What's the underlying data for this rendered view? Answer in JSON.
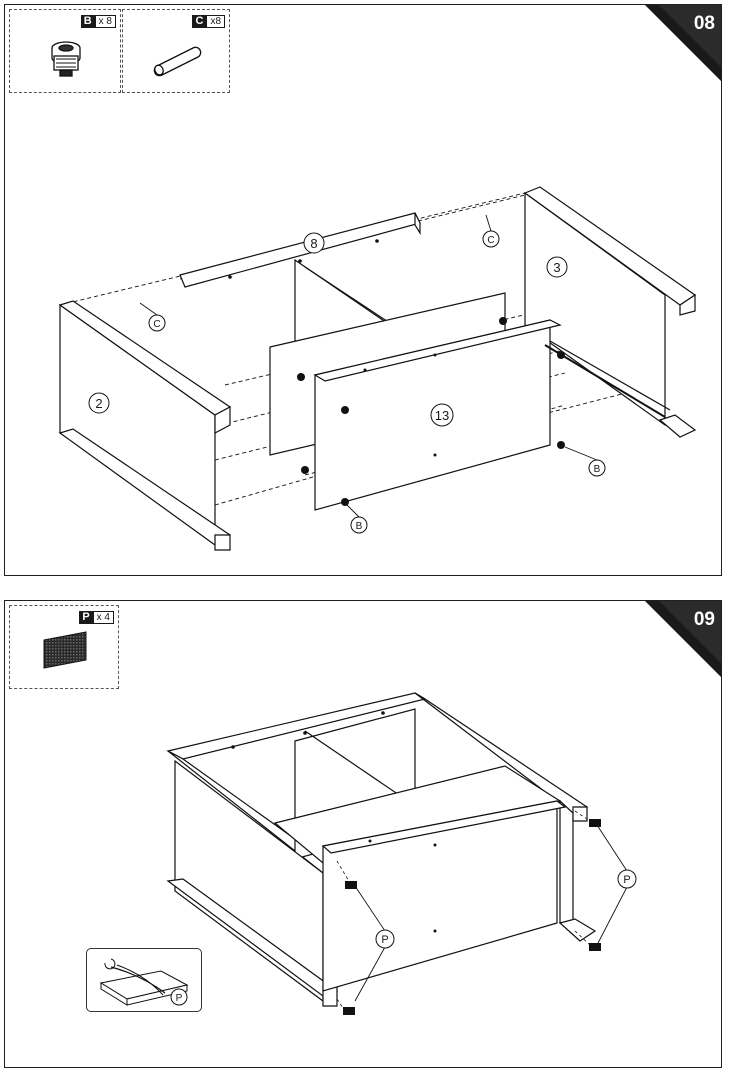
{
  "step_08": {
    "number": "08",
    "parts": [
      {
        "letter": "B",
        "qty": "x 8",
        "icon": "cam-lock-icon"
      },
      {
        "letter": "C",
        "qty": "x8",
        "icon": "wooden-dowel-icon"
      }
    ],
    "callouts": {
      "panel_top_rail": "8",
      "panel_left_side": "2",
      "panel_right_side": "3",
      "panel_back": "13",
      "dowel_a": "C",
      "dowel_b": "C",
      "cam_a": "B",
      "cam_b": "B"
    }
  },
  "step_09": {
    "number": "09",
    "parts": [
      {
        "letter": "P",
        "qty": "x 4",
        "icon": "felt-pad-icon"
      }
    ],
    "callouts": {
      "pad_left": "P",
      "pad_right": "P",
      "pad_inset": "P"
    }
  }
}
